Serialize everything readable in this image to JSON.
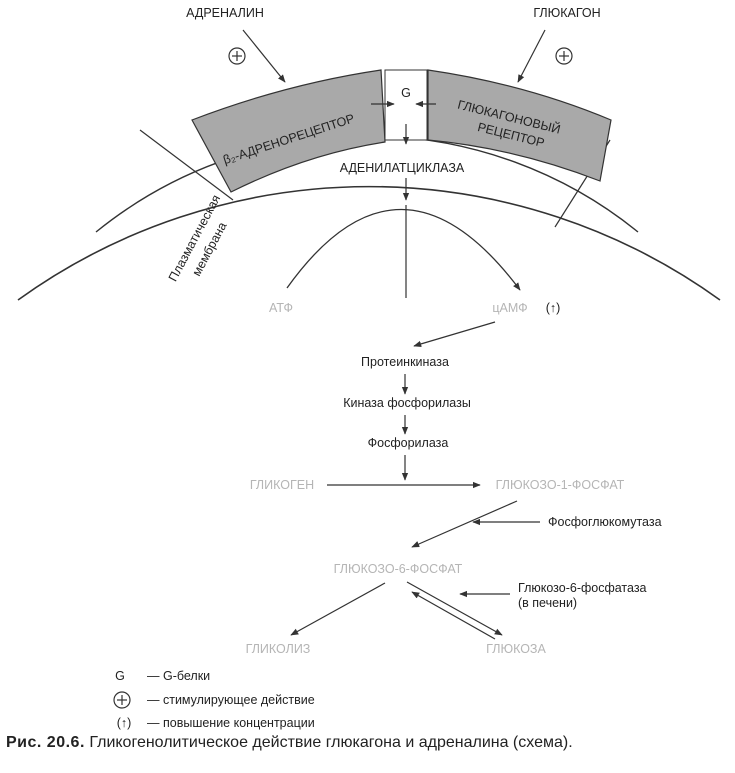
{
  "inputs": {
    "adrenaline": "АДРЕНАЛИН",
    "glucagon": "ГЛЮКАГОН"
  },
  "membrane": {
    "label_line1": "Плазматическая",
    "label_line2": "мембрана",
    "beta_receptor": "β₂-АДРЕНОРЕЦЕПТОР",
    "glucagon_receptor_line1": "ГЛЮКАГОНОВЫЙ",
    "glucagon_receptor_line2": "РЕЦЕПТОР",
    "g_protein": "G",
    "adenylate_cyclase": "АДЕНИЛАТЦИКЛАЗА"
  },
  "nodes": {
    "atp": "АТФ",
    "camp": "цАМФ",
    "camp_up": "(↑)",
    "protein_kinase": "Протеинкиназа",
    "phosphorylase_kinase": "Киназа фосфорилазы",
    "phosphorylase": "Фосфорилаза",
    "glycogen": "ГЛИКОГЕН",
    "g1p": "ГЛЮКОЗО-1-ФОСФАТ",
    "phosphoglucomutase": "Фосфоглюкомутаза",
    "g6p": "ГЛЮКОЗО-6-ФОСФАТ",
    "g6pase_line1": "Глюкозо-6-фосфатаза",
    "g6pase_line2": "(в печени)",
    "glycolysis": "ГЛИКОЛИЗ",
    "glucose": "ГЛЮКОЗА"
  },
  "legend": {
    "g_symbol": "G",
    "g_text": "— G-белки",
    "plus_symbol": "+",
    "plus_text": "— стимулирующее действие",
    "up_symbol": "(↑)",
    "up_text": "— повышение концентрации"
  },
  "caption": {
    "label": "Рис. 20.6.",
    "text": " Гликогенолитическое действие глюкагона и адреналина (схема)."
  },
  "colors": {
    "receptor_fill": "#a9a9a9",
    "light_text": "#b5b5b5",
    "line": "#333333"
  }
}
